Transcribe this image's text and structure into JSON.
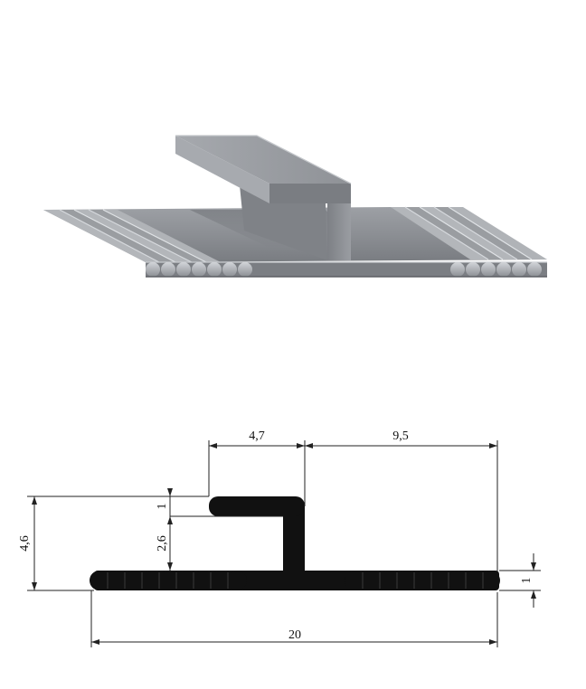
{
  "render": {
    "name": "profile-3d-render",
    "body_color": "#8e9196",
    "light_color": "#c9ccd1",
    "dark_color": "#5c5f64"
  },
  "drawing": {
    "name": "profile-cross-section",
    "fill_color": "#111111",
    "line_color": "#222222",
    "dimensions": {
      "top_width": "4,7",
      "right_offset": "9,5",
      "total_height": "4,6",
      "top_thickness": "1",
      "gap_height": "2,6",
      "base_thickness": "1",
      "total_width": "20"
    }
  }
}
